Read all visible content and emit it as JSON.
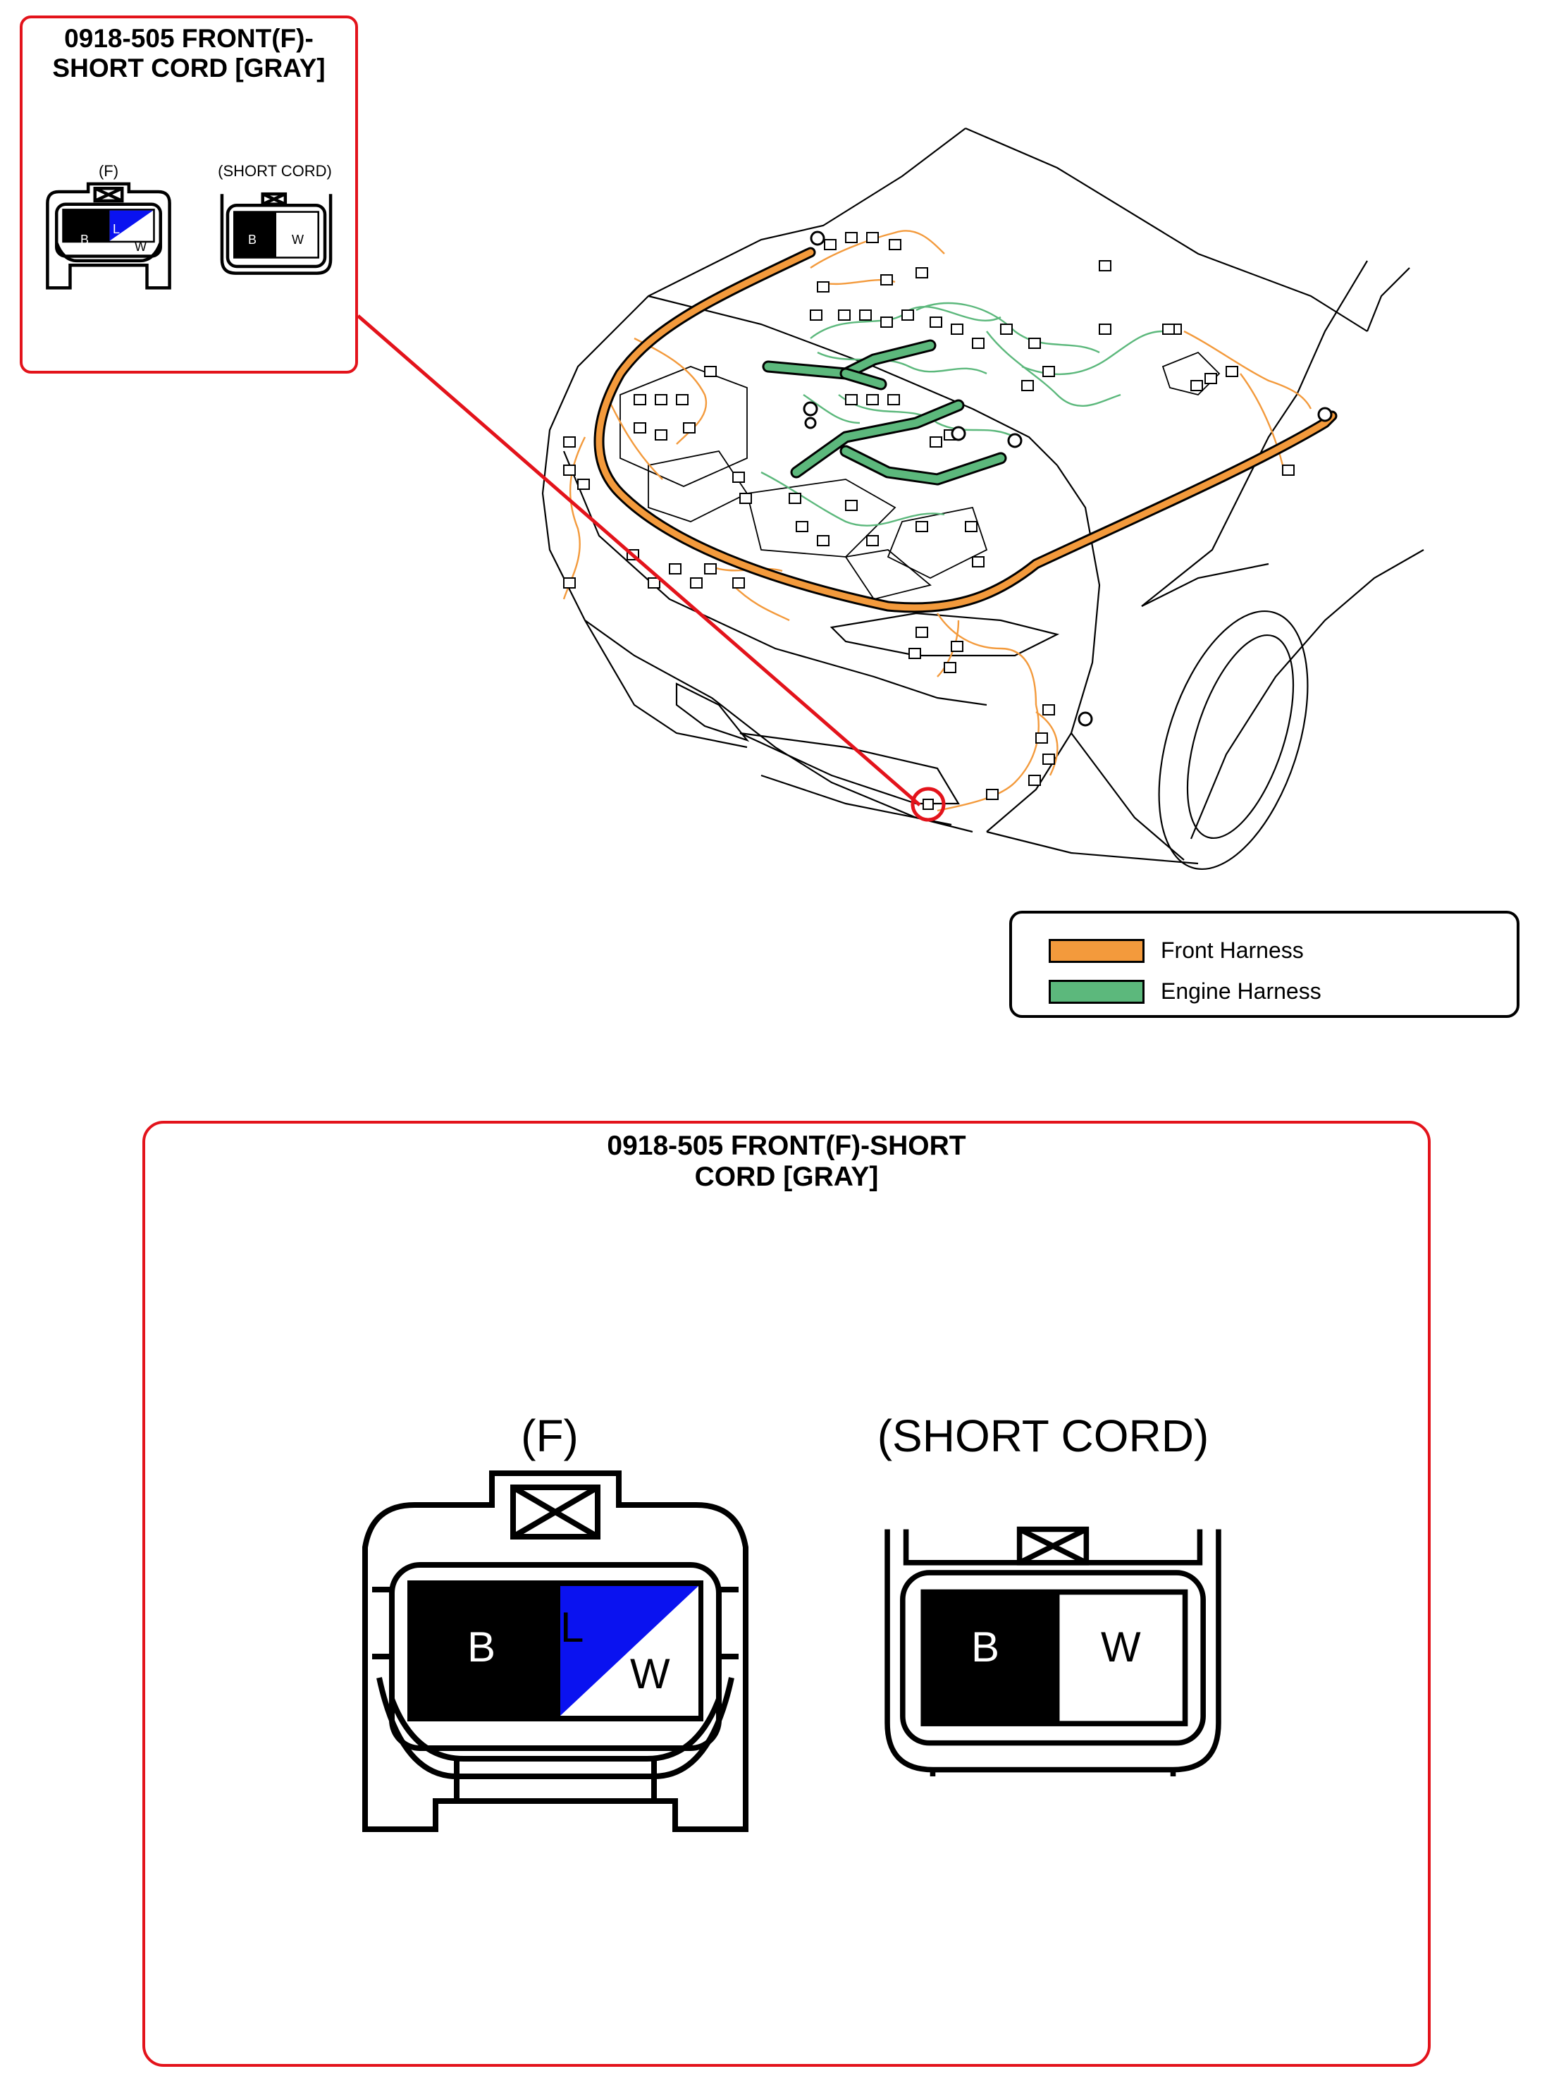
{
  "inset": {
    "title_line1": "0918-505 FRONT(F)-",
    "title_line2": "SHORT CORD [GRAY]",
    "label_f": "(F)",
    "label_short": "(SHORT CORD)"
  },
  "connector_f": {
    "pin1": "B",
    "pin2_top": "L",
    "pin2_bottom": "W"
  },
  "connector_short": {
    "pin1": "B",
    "pin2": "W"
  },
  "legend": {
    "items": [
      {
        "label": "Front Harness",
        "color": "#f39a3c"
      },
      {
        "label": "Engine Harness",
        "color": "#5cb87c"
      }
    ]
  },
  "detail": {
    "title_line1": "0918-505 FRONT(F)-SHORT",
    "title_line2": "CORD [GRAY]",
    "label_f": "(F)",
    "label_short": "(SHORT CORD)"
  },
  "colors": {
    "callout": "#e3131b",
    "pin_blue": "#0a12f0",
    "front": "#f39a3c",
    "engine": "#5cb87c"
  }
}
